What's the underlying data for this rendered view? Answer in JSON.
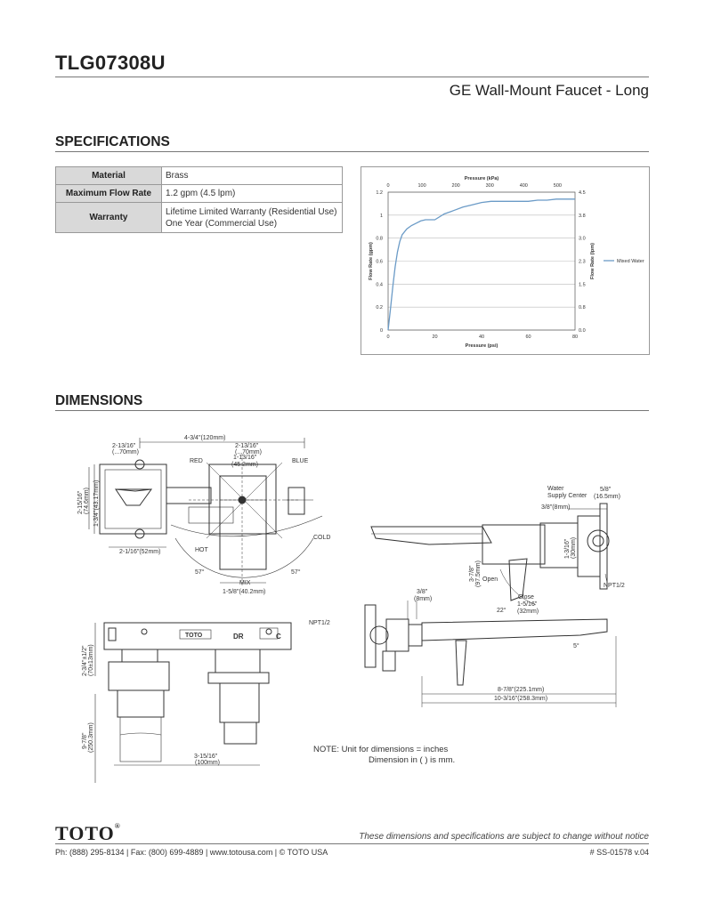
{
  "header": {
    "model": "TLG07308U",
    "product_name": "GE Wall-Mount Faucet - Long"
  },
  "sections": {
    "specifications": "SPECIFICATIONS",
    "dimensions": "DIMENSIONS"
  },
  "specs": [
    {
      "label": "Material",
      "lines": [
        "Brass"
      ]
    },
    {
      "label": "Maximum Flow Rate",
      "lines": [
        "1.2 gpm (4.5 lpm)"
      ]
    },
    {
      "label": "Warranty",
      "lines": [
        "Lifetime Limited Warranty (Residential Use)",
        "One Year (Commercial Use)"
      ]
    }
  ],
  "chart_data": {
    "type": "line",
    "title": "Pressure (kPa)",
    "xlabel": "Pressure (psi)",
    "ylabel": "Flow Rate (gpm)",
    "y2label": "Flow Rate (lpm)",
    "xlim": [
      0,
      80
    ],
    "ylim": [
      0,
      1.2
    ],
    "x_ticks": [
      "0",
      "20",
      "40",
      "60",
      "80"
    ],
    "y_ticks": [
      "0",
      "0.2",
      "0.4",
      "0.6",
      "0.8",
      "1",
      "1.2"
    ],
    "top_ticks": [
      "0",
      "100",
      "200",
      "300",
      "400",
      "500"
    ],
    "y2_ticks": [
      "0.0",
      "0.8",
      "1.5",
      "2.3",
      "3.0",
      "3.8",
      "4.5"
    ],
    "grid": true,
    "legend": "right",
    "series": [
      {
        "name": "Mixed Water",
        "color": "#6b9bc7",
        "x": [
          0,
          1,
          2,
          3,
          4,
          5,
          6,
          8,
          10,
          12,
          14,
          16,
          18,
          20,
          24,
          28,
          32,
          36,
          40,
          44,
          48,
          52,
          56,
          60,
          64,
          68,
          72,
          76,
          80
        ],
        "y": [
          0,
          0.18,
          0.38,
          0.55,
          0.68,
          0.77,
          0.83,
          0.88,
          0.91,
          0.93,
          0.95,
          0.96,
          0.96,
          0.96,
          1.01,
          1.04,
          1.07,
          1.09,
          1.11,
          1.12,
          1.12,
          1.12,
          1.12,
          1.12,
          1.13,
          1.13,
          1.14,
          1.14,
          1.14
        ]
      }
    ]
  },
  "dimensions": {
    "labels": {
      "d_4_3_4": "4-3/4\"(120mm)",
      "d_2_13_16_l": "2-13/16\"",
      "d_2_13_16_l_mm": "(...70mm)",
      "d_2_13_16_r": "2-13/16\"",
      "d_2_13_16_r_mm": "(...70mm)",
      "d_1_13_16": "1-13/16\"",
      "d_1_13_16_mm": "(45.2mm)",
      "red": "RED",
      "blue": "BLUE",
      "d_2_15_16": "2-15/16\"",
      "d_2_15_16_mm": "(74.6mm)",
      "d_1_3_4": "1-3/4\"(43.17mm)",
      "hot": "HOT",
      "cold": "COLD",
      "mix": "MIX",
      "angle_57a": "57°",
      "angle_57b": "57°",
      "d_2_1_16": "2-1/16\"(52mm)",
      "d_1_5_8": "1-5/8\"(40.2mm)",
      "water_supply": "Water",
      "water_supply2": "Supply Center",
      "d_5_8": "5/8\"",
      "d_5_8_mm": "(16.5mm)",
      "d_3_8_top": "3/8\"(8mm)",
      "d_3_7_8": "3-7/8\"",
      "d_3_7_8_mm": "(97.5mm)",
      "open": "Open",
      "close": "Close",
      "d_1_5_16": "1-5/16\"",
      "d_1_5_16_mm": "(32mm)",
      "angle_22": "22°",
      "npt_top": "NPT1/2",
      "d_1_3_16": "1-3/16\"",
      "d_1_3_16_mm": "(30mm)",
      "d_3_8_mid": "3/8\"",
      "d_3_8_mid_mm": "(8mm)",
      "angle_5": "5°",
      "d_8_7_8": "8-7/8\"(225.1mm)",
      "d_10_3_16": "10-3/16\"(258.3mm)",
      "npt_left": "NPT1/2",
      "toto_mark": "TOTO",
      "dr": "DR",
      "c_mark": "C",
      "d_2_3_4": "2-3/4\"±1/2\"",
      "d_2_3_4_mm": "(70±13mm)",
      "d_9_7_8": "9-7/8\"",
      "d_9_7_8_mm": "(250.3mm)",
      "d_3_15_16": "3-15/16\"",
      "d_3_15_16_mm": "(100mm)"
    },
    "note_line1": "NOTE: Unit for dimensions = inches",
    "note_line2": "Dimension in ( ) is mm."
  },
  "footer": {
    "logo": "TOTO",
    "logo_mark": "®",
    "disclaimer": "These dimensions and specifications are subject to change without notice",
    "contact": "Ph: (888) 295-8134 | Fax: (800) 699-4889 | www.totousa.com | © TOTO USA",
    "doc_number": "# SS-01578 v.04"
  }
}
